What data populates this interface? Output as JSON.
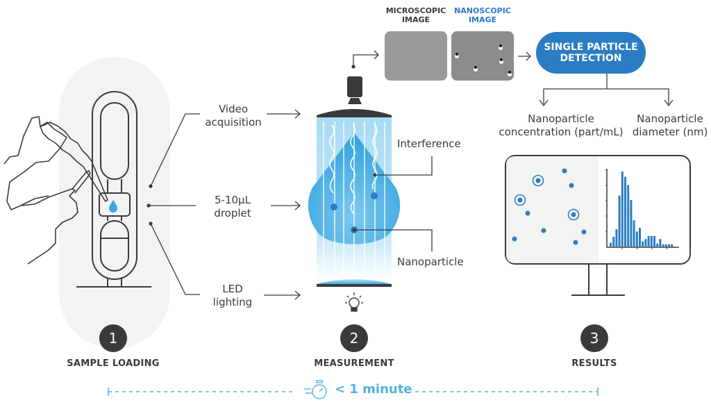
{
  "colors": {
    "accent_blue": "#2a7cc4",
    "light_blue": "#4fb3de",
    "droplet_blue": "#3aa8e0",
    "dark": "#3a3a3a",
    "panel_bg": "#f3f3f1"
  },
  "labels": {
    "video_acquisition": [
      "Video",
      "acquisition"
    ],
    "droplet": [
      "5-10µL",
      "droplet"
    ],
    "led_lighting": [
      "LED",
      "lighting"
    ],
    "interference": "Interference",
    "nanoparticle": "Nanoparticle",
    "microscopic_image": [
      "MICROSCOPIC",
      "IMAGE"
    ],
    "nanoscopic_image": [
      "NANOSCOPIC",
      "IMAGE"
    ],
    "single_particle_detection": [
      "SINGLE PARTICLE",
      "DETECTION"
    ],
    "concentration": [
      "Nanoparticle",
      "concentration (part/mL)"
    ],
    "diameter": [
      "Nanoparticle",
      "diameter (nm)"
    ]
  },
  "steps": [
    {
      "number": "1",
      "title": "SAMPLE LOADING"
    },
    {
      "number": "2",
      "title": "MEASUREMENT"
    },
    {
      "number": "3",
      "title": "RESULTS"
    }
  ],
  "timer": {
    "icon": "stopwatch-icon",
    "text": "< 1 minute"
  },
  "results_screen": {
    "histogram_relative_heights": [
      0.05,
      0.13,
      0.23,
      0.68,
      1.0,
      0.93,
      0.82,
      0.62,
      0.35,
      0.2,
      0.25,
      0.07,
      0.1,
      0.14,
      0.14,
      0.14,
      0.04,
      0.1,
      0.03,
      0.03,
      0.03,
      0.03
    ],
    "particles_plain": 8,
    "particles_circled": 3
  }
}
